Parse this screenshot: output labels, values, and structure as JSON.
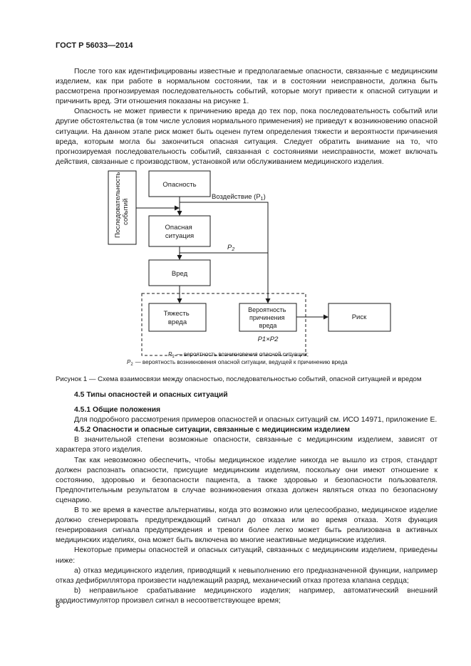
{
  "header": "ГОСТ Р 56033—2014",
  "intro": [
    "После того как идентифицированы известные и предполагаемые опасности, связанные с медицинским изделием, как при работе в нормальном состоянии, так и в состоянии неисправности, должна быть рассмотрена прогнозируемая последовательность событий, которые могут привести к опасной ситуации и причинить вред. Эти отношения показаны на рисунке 1.",
    "Опасность не может привести к причинению вреда до тех пор, пока последовательность событий или другие обстоятельства (в том числе условия нормального применения) не приведут к возникновению опасной ситуации. На данном этапе риск может быть оценен путем определения тяжести и вероятности причинения вреда, которым могла бы закончиться опасная ситуация. Следует обратить внимание на то, что прогнозируемая последовательность событий, связанная с состояниями неисправности, может включать действия, связанные с производством, установкой или обслуживанием медицинского изделия."
  ],
  "figure": {
    "sequence_label": [
      "Последовательность",
      "событий"
    ],
    "hazard": "Опасность",
    "exposure": "Воздействие (P",
    "exposure_sub": "1",
    "exposure_close": ")",
    "situation": [
      "Опасная",
      "ситуация"
    ],
    "p2": "P",
    "p2_sub": "2",
    "harm": "Вред",
    "severity": [
      "Тяжесть",
      "вреда"
    ],
    "probability": [
      "Вероятность",
      "причинения",
      "вреда"
    ],
    "product": "P1×P2",
    "risk": "Риск",
    "legend_p1": "— вероятность возникновения опасной ситуации;",
    "legend_p2": "— вероятность возникновения опасной ситуации, ведущей к причинению вреда"
  },
  "caption": "Рисунок 1 — Схема взаимосвязи между опасностью, последовательностью событий, опасной ситуацией и вредом",
  "section_45": "4.5 Типы опасностей и опасных ситуаций",
  "section_451": "4.5.1 Общие положения",
  "p_451": "Для подробного рассмотрения примеров опасностей и опасных ситуаций см. ИСО 14971, приложение Е.",
  "section_452": "4.5.2 Опасности и опасные ситуации, связанные с медицинским изделием",
  "body": [
    "В значительной степени возможные опасности, связанные с медицинским изделием, зависят от характера этого изделия.",
    "Так как невозможно обеспечить, чтобы медицинское изделие никогда не вышло из строя, стандарт должен распознать опасности, присущие медицинским изделиям, поскольку они имеют отношение к состоянию, здоровью и безопасности пациента, а также здоровью и безопасности пользователя. Предпочтительным результатом в случае возникновения отказа должен являться отказ по безопасному сценарию.",
    "В то же время в качестве альтернативы, когда это возможно или целесообразно, медицинское изделие должно сгенерировать предупреждающий сигнал до отказа или во время отказа. Хотя функция генерирования сигнала предупреждения и тревоги более легко может быть реализована в активных медицинских изделиях, она может быть включена во многие неактивные медицинские изделия.",
    "Некоторые примеры опасностей и опасных ситуаций, связанных с медицинским изделием, приведены ниже:",
    "а) отказ медицинского изделия, приводящий к невыполнению его предназначенной функции, например отказ дефибриллятора произвести надлежащий разряд, механический отказ протеза клапана сердца;",
    "b) неправильное срабатывание медицинского изделия; например, автоматический внешний кардиостимулятор произвел сигнал в несоответствующее время;"
  ],
  "page_number": "8"
}
